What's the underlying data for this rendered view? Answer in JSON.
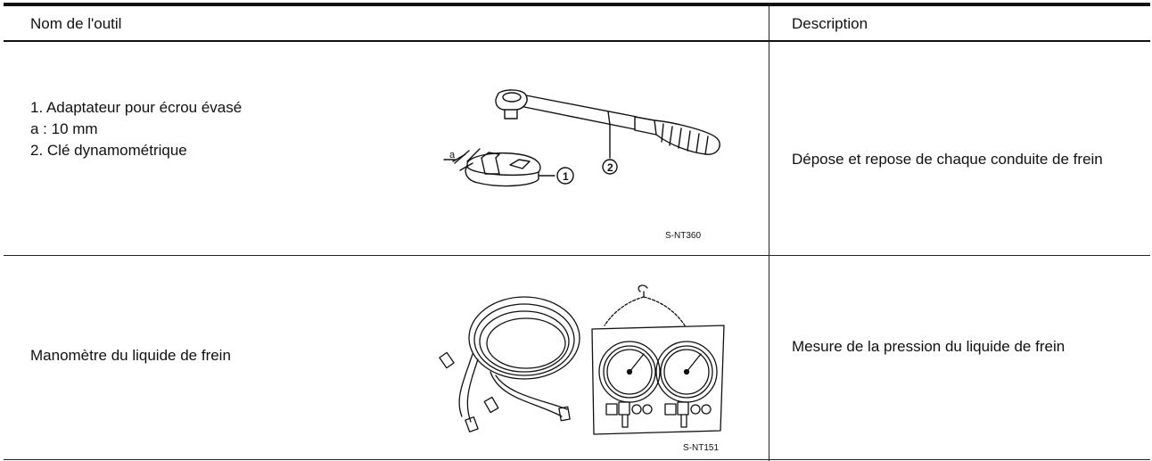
{
  "header": {
    "tool_name": "Nom de l'outil",
    "description": "Description"
  },
  "rows": [
    {
      "name_lines": [
        "1. Adaptateur pour écrou évasé",
        "a : 10 mm",
        "2. Clé dynamométrique"
      ],
      "figure": {
        "code": "S-NT360",
        "labels": [
          "a",
          "1",
          "2"
        ]
      },
      "description": "Dépose et repose de chaque conduite de frein"
    },
    {
      "name_lines": [
        "Manomètre du liquide de frein"
      ],
      "figure": {
        "code": "S-NT151"
      },
      "description": "Mesure de la pression du liquide de frein"
    }
  ]
}
